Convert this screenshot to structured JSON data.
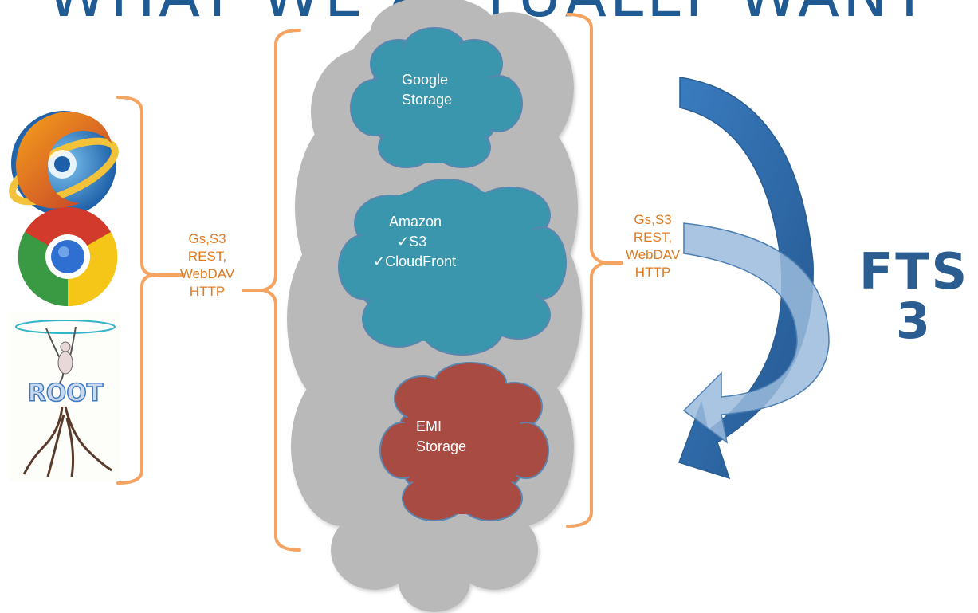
{
  "title": "WHAT WE ACTUALLY WANT",
  "left_protocols": [
    "Gs,S3",
    "REST,",
    "WebDAV",
    "HTTP"
  ],
  "right_protocols": [
    "Gs,S3",
    "REST,",
    "WebDAV",
    "HTTP"
  ],
  "clients": [
    {
      "name": "firefox-ie-icon"
    },
    {
      "name": "chrome-icon"
    },
    {
      "name": "root-logo",
      "logo_text": "ROOT"
    }
  ],
  "clouds": {
    "google": {
      "lines": [
        "Google",
        "Storage"
      ],
      "color": "#3a96ad"
    },
    "amazon": {
      "title": "Amazon",
      "items": [
        "✓S3",
        "✓CloudFront"
      ],
      "color": "#3a96ad"
    },
    "emi": {
      "lines": [
        "EMI",
        "Storage"
      ],
      "color": "#a84b42"
    }
  },
  "fts": {
    "line1": "FTS",
    "line2": "3"
  },
  "colors": {
    "title": "#1f5a93",
    "bracket": "#f4a460",
    "protocol_text": "#e07a20",
    "big_cloud": "#b8b8b8",
    "arrow_dark": "#2f6fae",
    "arrow_light": "#9bbbdc"
  }
}
